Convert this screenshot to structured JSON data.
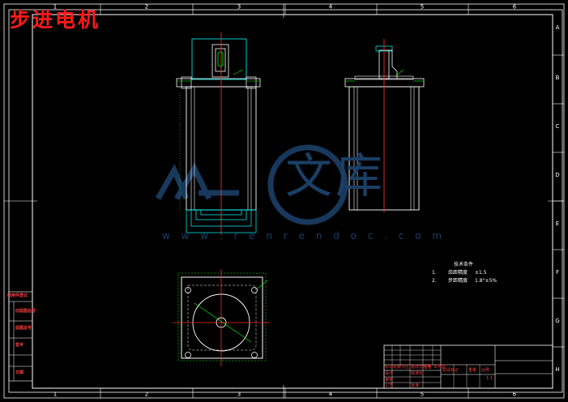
{
  "drawing": {
    "title": "步进电机",
    "column_labels": [
      "1",
      "2",
      "3",
      "4",
      "5",
      "6"
    ],
    "row_labels": [
      "A",
      "B",
      "C",
      "D",
      "E",
      "F",
      "G",
      "H"
    ]
  },
  "watermark": {
    "text": "文库",
    "url": "w w w . r e n r e n d o c . c o m"
  },
  "tech_requirements": {
    "heading": "技术条件",
    "items": [
      {
        "num": "1.",
        "label": "齿距精度",
        "value": "±1.5"
      },
      {
        "num": "2.",
        "label": "步距精度",
        "value": "1.8°±5%"
      }
    ]
  },
  "side_table": {
    "cells": [
      "借用件登记",
      "旧底图总号",
      "底图总号",
      "签字",
      "日期"
    ]
  },
  "title_block": {
    "scale": "1:1",
    "labels": [
      "标记",
      "处数",
      "分区",
      "更改文件号",
      "签名",
      "年月日",
      "设计",
      "标准化",
      "审核",
      "工艺",
      "批准",
      "阶段标记",
      "重量",
      "比例"
    ]
  },
  "colors": {
    "frame": "#ffffff",
    "outline": "#ffffff",
    "green": "#00ff00",
    "cyan": "#00ffff",
    "centerline": "#ff2a2a",
    "title": "#ff1a1a"
  }
}
